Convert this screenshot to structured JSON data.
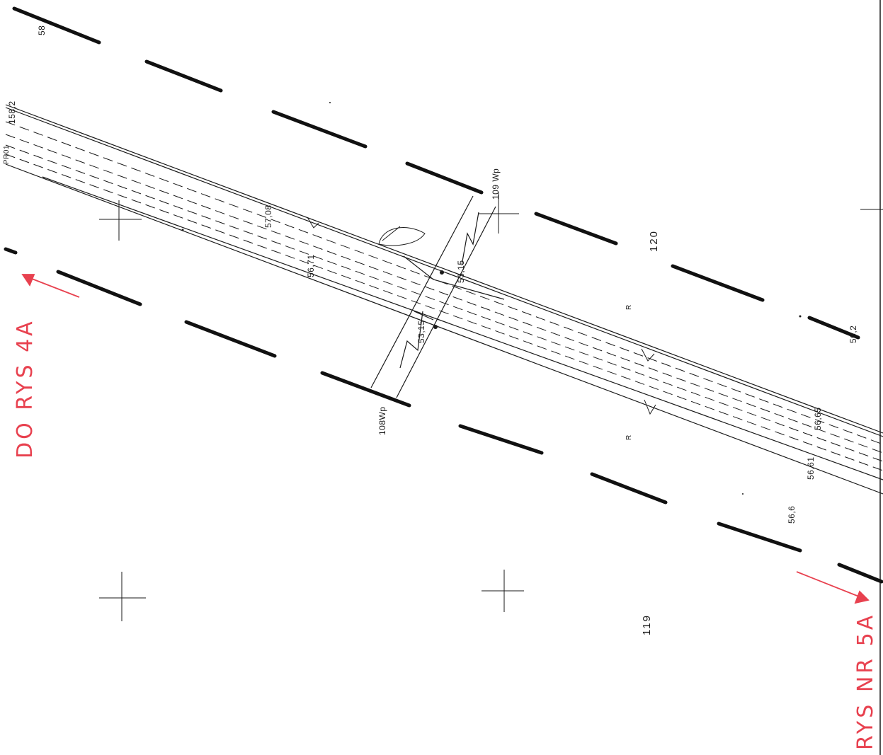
{
  "colors": {
    "ink": "#1a1a1a",
    "annotation": "#e8414f",
    "paper": "#ffffff"
  },
  "annotations": {
    "top_left": "DO RYS 4A",
    "bottom_right": "RYS NR 5A"
  },
  "parcels": {
    "upper": "120",
    "lower": "119"
  },
  "labels": {
    "elev_58": "58",
    "elev_58_2": "158,2",
    "line_ref": "PR01",
    "elev_57_08": "57,08",
    "elev_56_71": "56,71",
    "well_109": "109 Wp",
    "elev_53_15_a": "53,15",
    "elev_53_15_b": "53,15",
    "well_108": "108Wp",
    "elev_56_2": "56,2",
    "elev_56_65": "56,65",
    "elev_56_61": "56,61",
    "elev_56_6": "56,6",
    "r_upper": "R",
    "r_lower": "R"
  }
}
